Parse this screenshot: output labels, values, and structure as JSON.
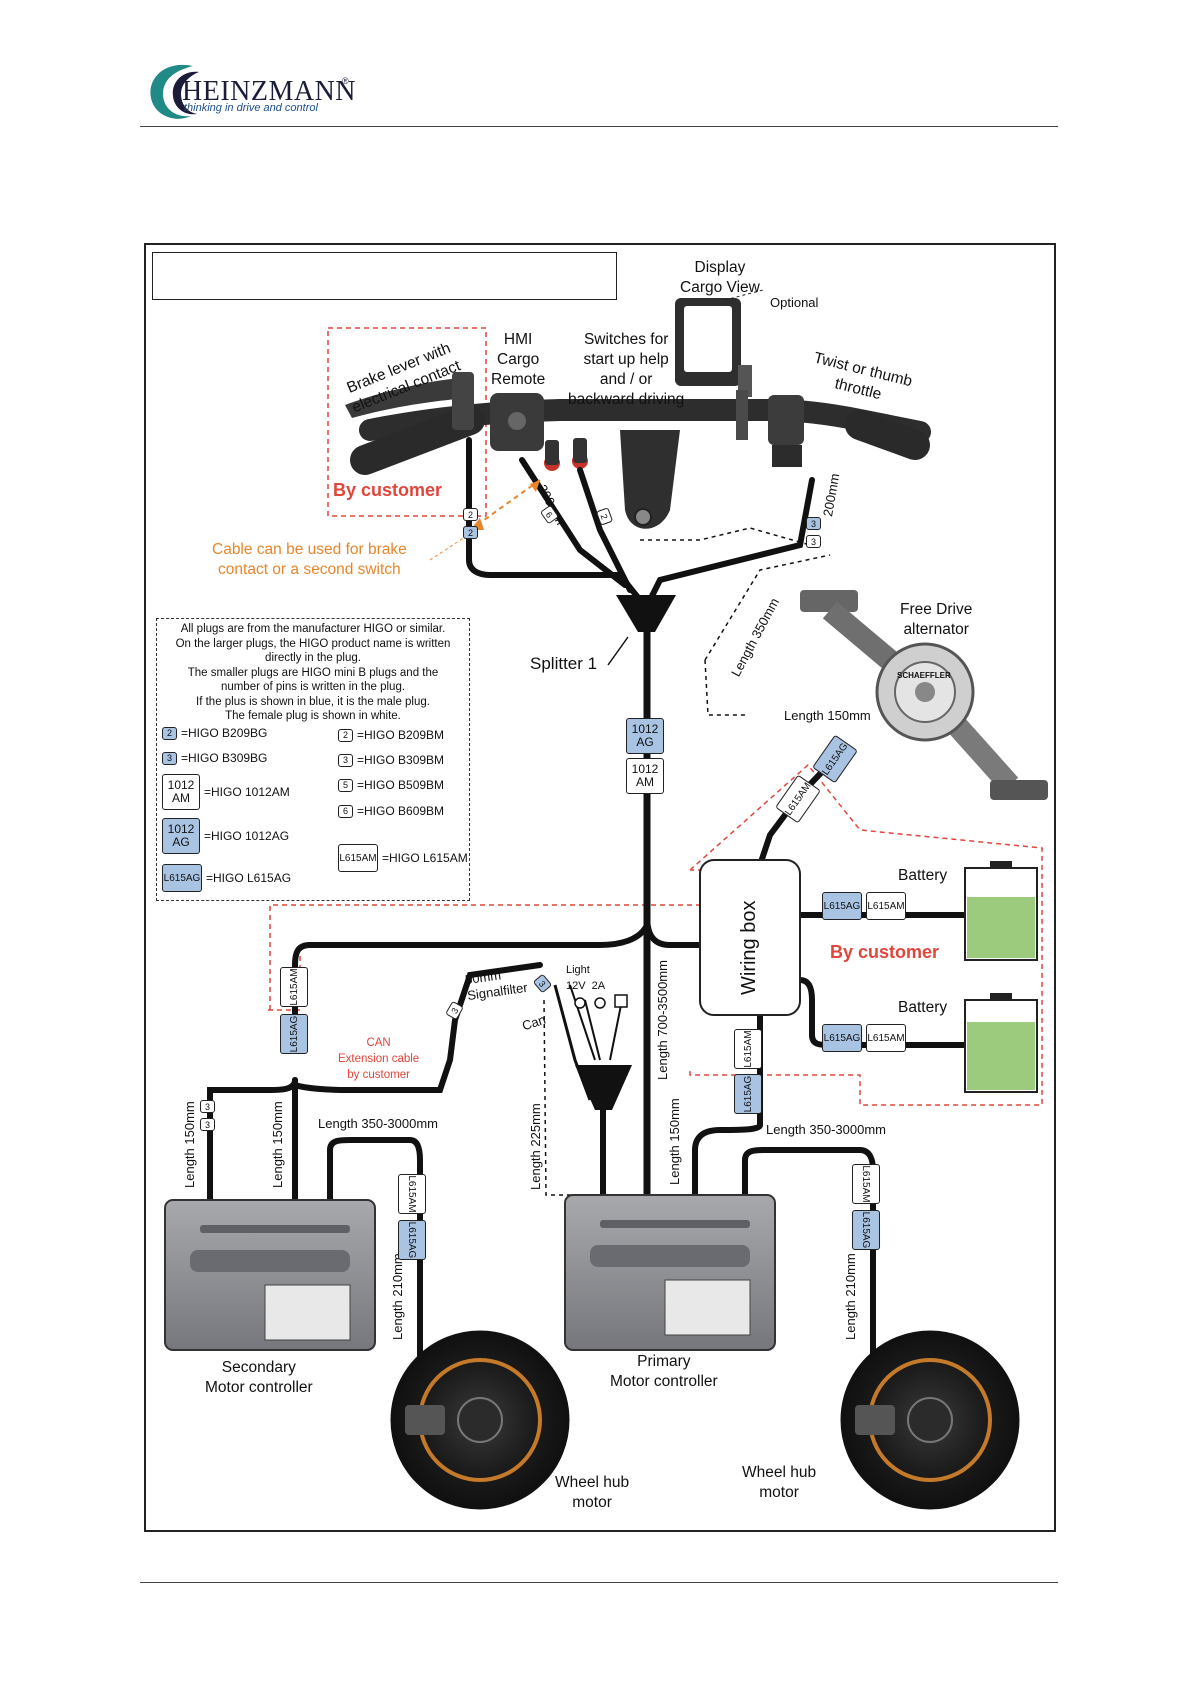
{
  "header": {
    "brand": "HEINZMANN",
    "registered": "®",
    "tagline": "thinking in drive and control"
  },
  "labels": {
    "display": "Display\nCargo View",
    "optional": "Optional",
    "hmi": "HMI\nCargo\nRemote",
    "switches": "Switches for\nstart up help\nand / or\nbackward driving",
    "twist": "Twist or thumb\nthrottle",
    "brake_lever": "Brake lever with\nelectrical contact",
    "by_customer_1": "By customer",
    "cable_note": "Cable can be used for brake\ncontact or a second switch",
    "splitter": "Splitter 1",
    "free_drive": "Free Drive\nalternator",
    "length_150_alt": "Length 150mm",
    "length_350": "Length 350mm",
    "len_200_a": "200mm",
    "len_200_b": "200mm",
    "wiring_box": "Wiring box",
    "battery_1": "Battery",
    "battery_2": "Battery",
    "by_customer_2": "By customer",
    "signalfilter": "50mm\nSignalfilter",
    "light": "Light\n12V  2A",
    "can": "Can",
    "can_ext": "CAN\nExtension cable\nby customer",
    "len_700_3500": "Length 700-3500mm",
    "len_225": "Length 225mm",
    "len_150_prim": "Length 150mm",
    "len_150_sec_a": "Length 150mm",
    "len_150_sec_b": "Length 150mm",
    "len_350_3000_a": "Length 350-3000mm",
    "len_350_3000_b": "Length 350-3000mm",
    "len_210_a": "Length 210mm",
    "len_210_b": "Length 210mm",
    "secondary": "Secondary\nMotor controller",
    "primary": "Primary\nMotor controller",
    "hub_1": "Wheel hub\nmotor",
    "hub_2": "Wheel hub\nmotor",
    "schaeffler": "SCHAEFFLER"
  },
  "plugs": {
    "p1012ag": "1012\nAG",
    "p1012am": "1012\nAM",
    "l615ag": "L615AG",
    "l615am": "L615AM",
    "l615am_short": "L615AM",
    "n2": "2",
    "n3": "3",
    "n5": "5",
    "n6": "6"
  },
  "legend": {
    "text": "All plugs are from the manufacturer HIGO or similar.\nOn the larger plugs, the HIGO product name is written\ndirectly in the plug.\nThe smaller plugs are HIGO mini B plugs and the\nnumber of pins is written in the plug.\nIf the plus is shown in blue, it is the male plug.\nThe female plug is shown in white.",
    "items": [
      {
        "plug": "2",
        "text": "=HIGO B209BG"
      },
      {
        "plug": "3",
        "text": "=HIGO B309BG"
      },
      {
        "plug": "1012\nAM",
        "text": "=HIGO 1012AM"
      },
      {
        "plug": "1012\nAG",
        "text": "=HIGO 1012AG"
      },
      {
        "plug": "L615AG",
        "text": "=HIGO L615AG"
      },
      {
        "plug": "2",
        "text": "=HIGO B209BM"
      },
      {
        "plug": "3",
        "text": "=HIGO B309BM"
      },
      {
        "plug": "5",
        "text": "=HIGO B509BM"
      },
      {
        "plug": "6",
        "text": "=HIGO B609BM"
      },
      {
        "plug": "L615AM",
        "text": "=HIGO L615AM"
      }
    ]
  },
  "colors": {
    "plug_male": "#a9c4e2",
    "plug_female": "#ffffff",
    "battery_fill": "#9ccb7e",
    "customer_red": "#e0463c",
    "note_orange": "#e8862b",
    "cable": "#111111",
    "controller_grey": "#8c8d92"
  }
}
